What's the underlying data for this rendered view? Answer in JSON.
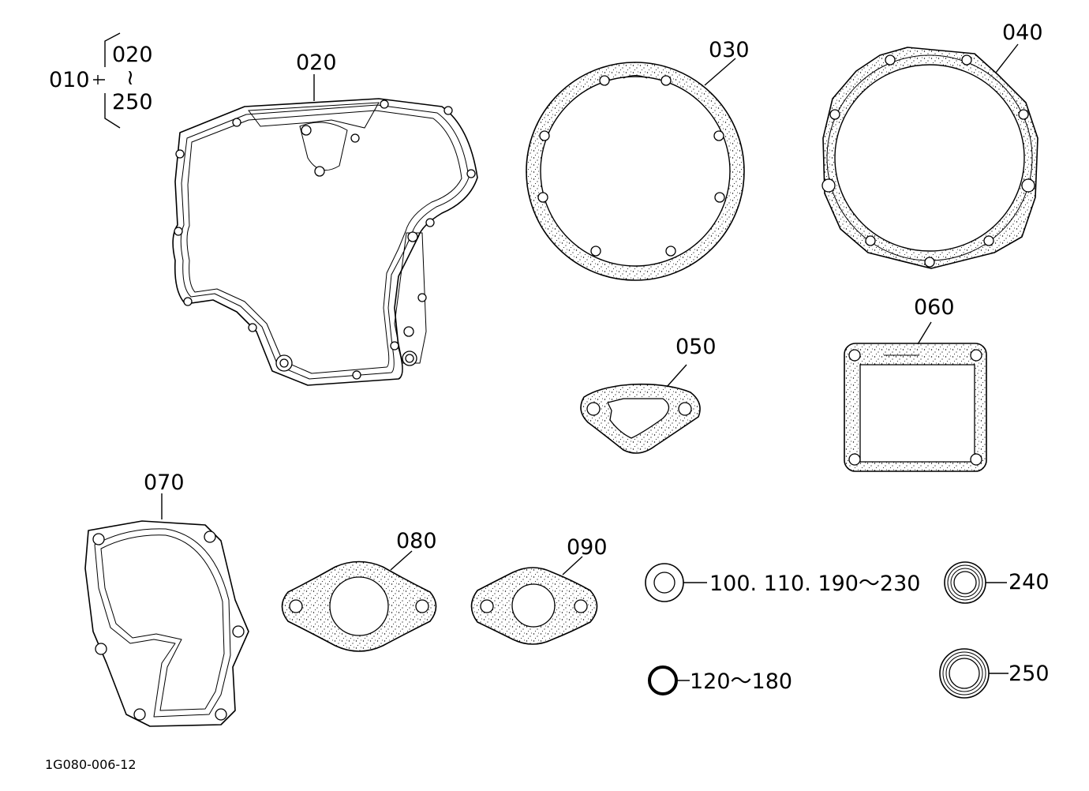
{
  "group": {
    "label": "010",
    "range_start": "020",
    "range_sep": "≀",
    "range_end": "250"
  },
  "parts": [
    {
      "id": "p020",
      "label": "020"
    },
    {
      "id": "p030",
      "label": "030"
    },
    {
      "id": "p040",
      "label": "040"
    },
    {
      "id": "p050",
      "label": "050"
    },
    {
      "id": "p060",
      "label": "060"
    },
    {
      "id": "p070",
      "label": "070"
    },
    {
      "id": "p080",
      "label": "080"
    },
    {
      "id": "p090",
      "label": "090"
    },
    {
      "id": "p100",
      "label": "100. 110. 190～230"
    },
    {
      "id": "p240",
      "label": "240"
    },
    {
      "id": "p120",
      "label": "120～180"
    },
    {
      "id": "p250",
      "label": "250"
    }
  ],
  "drawing_code": "1G080-006-12",
  "colors": {
    "line": "#000000",
    "background": "#ffffff"
  }
}
